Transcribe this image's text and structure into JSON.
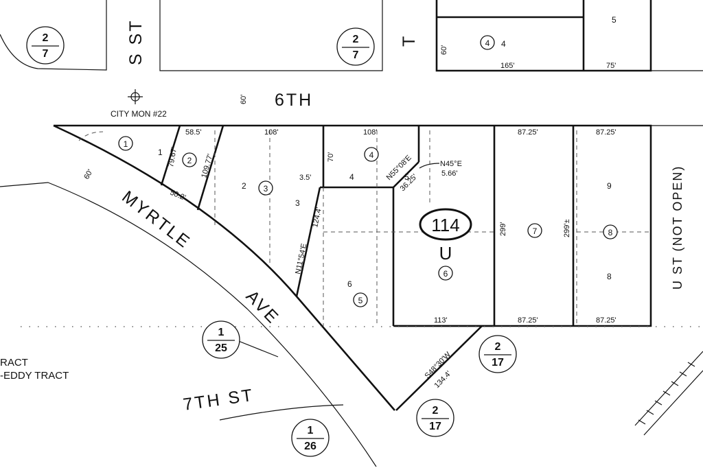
{
  "streets": {
    "s_st": "S ST",
    "t_st": "T",
    "sixth": "6TH",
    "myrtle": "MYRTLE",
    "ave": "AVE",
    "seventh": "7TH   ST",
    "u_st": "U ST (NOT OPEN)"
  },
  "monument": {
    "label": "CITY MON #22"
  },
  "block": {
    "number": "114",
    "letter": "U"
  },
  "tracts": [
    "RACT",
    "-EDDY TRACT"
  ],
  "page_refs": [
    {
      "top": "2",
      "bottom": "7"
    },
    {
      "top": "2",
      "bottom": "7"
    },
    {
      "top": "1",
      "bottom": "25"
    },
    {
      "top": "2",
      "bottom": "17"
    },
    {
      "top": "2",
      "bottom": "17"
    },
    {
      "top": "1",
      "bottom": "26"
    }
  ],
  "parcels": [
    "1",
    "2",
    "3",
    "4",
    "5",
    "6",
    "7",
    "8",
    "4"
  ],
  "lots": [
    "1",
    "2",
    "3",
    "4",
    "5",
    "6",
    "9",
    "8",
    "4",
    "5"
  ],
  "dimensions": {
    "d58_5": "58.5'",
    "d108a": "108'",
    "d108b": "108'",
    "d87_25a": "87.25'",
    "d87_25b": "87.25'",
    "d87_25c": "87.25'",
    "d87_25d": "87.25'",
    "d113": "113'",
    "d79_67": "79.67'",
    "d109_77": "109.77'",
    "d50_2": "50.2'",
    "d3_5": "3.5'",
    "d124_4": "124.4'",
    "bearing_n11": "N11°54'E",
    "d70": "70'",
    "bearing_n55": "N55°08'E",
    "d36_25": "36.25'",
    "bearing_n45": "N45°E",
    "d5_66": "5.66'",
    "d299a": "299'",
    "d299b": "299'±",
    "d60a": "60'",
    "d60b": "60'",
    "d60c": "60'",
    "d165": "165'",
    "d75": "75'",
    "bearing_s48": "S48°30'W",
    "d134_4": "134.4'"
  }
}
